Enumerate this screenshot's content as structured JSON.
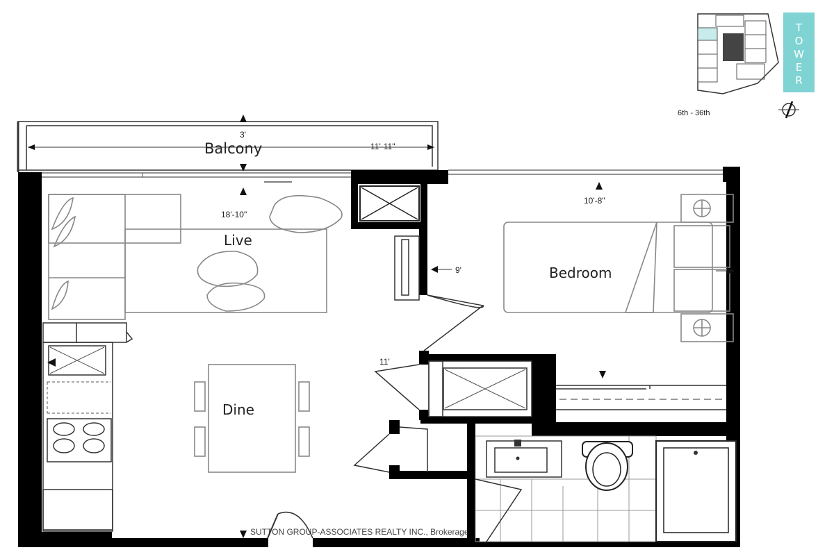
{
  "rooms": {
    "balcony": "Balcony",
    "live": "Live",
    "bedroom": "Bedroom",
    "dine": "Dine"
  },
  "dimensions": {
    "balcony_depth": "3'",
    "balcony_width": "11'-11\"",
    "live_width": "18'-10\"",
    "bedroom_width": "10'-8\"",
    "bedroom_depth": "9'",
    "dine_depth": "11'"
  },
  "keyplan": {
    "tower_label": [
      "T",
      "O",
      "W",
      "E",
      "R"
    ],
    "floors": "6th - 36th",
    "accent_color": "#7fd3d3"
  },
  "watermark": "SUTTON GROUP-ASSOCIATES REALTY INC., Brokerage",
  "icons": {
    "north": "north-arrow-icon"
  }
}
